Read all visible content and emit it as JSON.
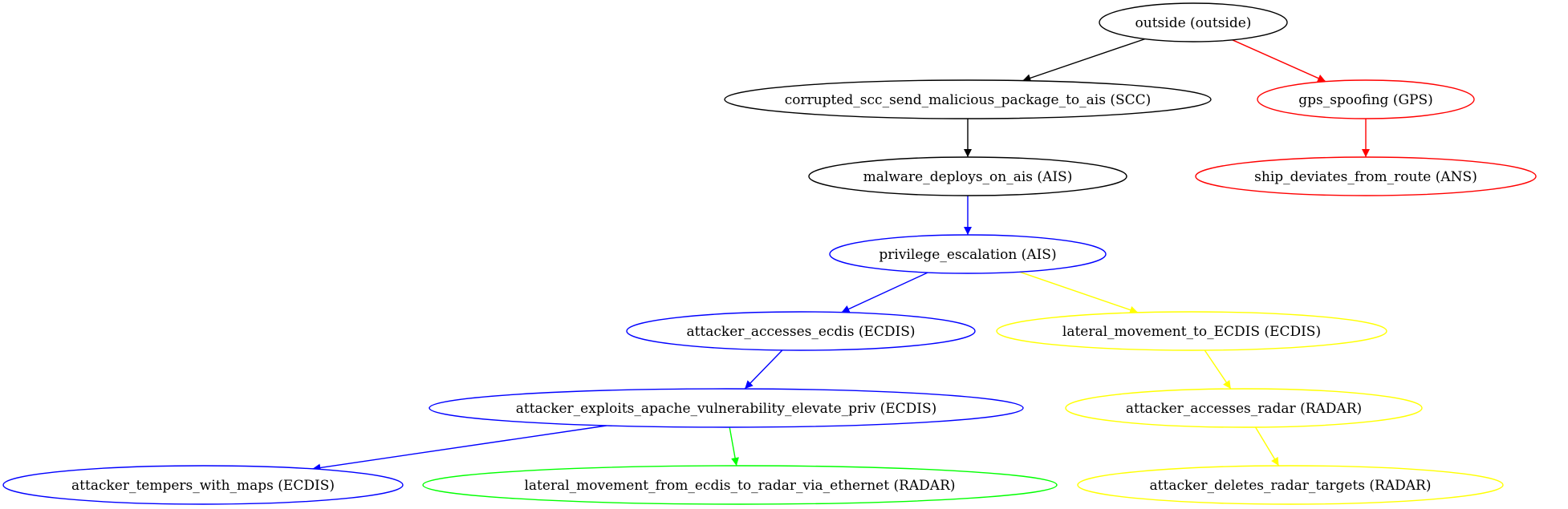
{
  "graph": {
    "nodes": [
      {
        "id": "outside",
        "label": "outside (outside)",
        "color": "#000000"
      },
      {
        "id": "scc",
        "label": "corrupted_scc_send_malicious_package_to_ais (SCC)",
        "color": "#000000"
      },
      {
        "id": "gps",
        "label": "gps_spoofing (GPS)",
        "color": "#ff0000"
      },
      {
        "id": "malware",
        "label": "malware_deploys_on_ais (AIS)",
        "color": "#000000"
      },
      {
        "id": "ans",
        "label": "ship_deviates_from_route (ANS)",
        "color": "#ff0000"
      },
      {
        "id": "priv",
        "label": "privilege_escalation (AIS)",
        "color": "#0000ff"
      },
      {
        "id": "ecdis_access",
        "label": "attacker_accesses_ecdis (ECDIS)",
        "color": "#0000ff"
      },
      {
        "id": "lat_ecdis",
        "label": "lateral_movement_to_ECDIS (ECDIS)",
        "color": "#ffff00"
      },
      {
        "id": "apache",
        "label": "attacker_exploits_apache_vulnerability_elevate_priv (ECDIS)",
        "color": "#0000ff"
      },
      {
        "id": "radar_access",
        "label": "attacker_accesses_radar (RADAR)",
        "color": "#ffff00"
      },
      {
        "id": "maps",
        "label": "attacker_tempers_with_maps (ECDIS)",
        "color": "#0000ff"
      },
      {
        "id": "lat_radar",
        "label": "lateral_movement_from_ecdis_to_radar_via_ethernet (RADAR)",
        "color": "#00ff00"
      },
      {
        "id": "radar_delete",
        "label": "attacker_deletes_radar_targets (RADAR)",
        "color": "#ffff00"
      }
    ],
    "edges": [
      {
        "from": "outside",
        "to": "scc",
        "color": "#000000"
      },
      {
        "from": "outside",
        "to": "gps",
        "color": "#ff0000"
      },
      {
        "from": "scc",
        "to": "malware",
        "color": "#000000"
      },
      {
        "from": "gps",
        "to": "ans",
        "color": "#ff0000"
      },
      {
        "from": "malware",
        "to": "priv",
        "color": "#0000ff"
      },
      {
        "from": "priv",
        "to": "ecdis_access",
        "color": "#0000ff"
      },
      {
        "from": "priv",
        "to": "lat_ecdis",
        "color": "#ffff00"
      },
      {
        "from": "ecdis_access",
        "to": "apache",
        "color": "#0000ff"
      },
      {
        "from": "lat_ecdis",
        "to": "radar_access",
        "color": "#ffff00"
      },
      {
        "from": "apache",
        "to": "maps",
        "color": "#0000ff"
      },
      {
        "from": "apache",
        "to": "lat_radar",
        "color": "#00ff00"
      },
      {
        "from": "radar_access",
        "to": "radar_delete",
        "color": "#ffff00"
      }
    ]
  }
}
